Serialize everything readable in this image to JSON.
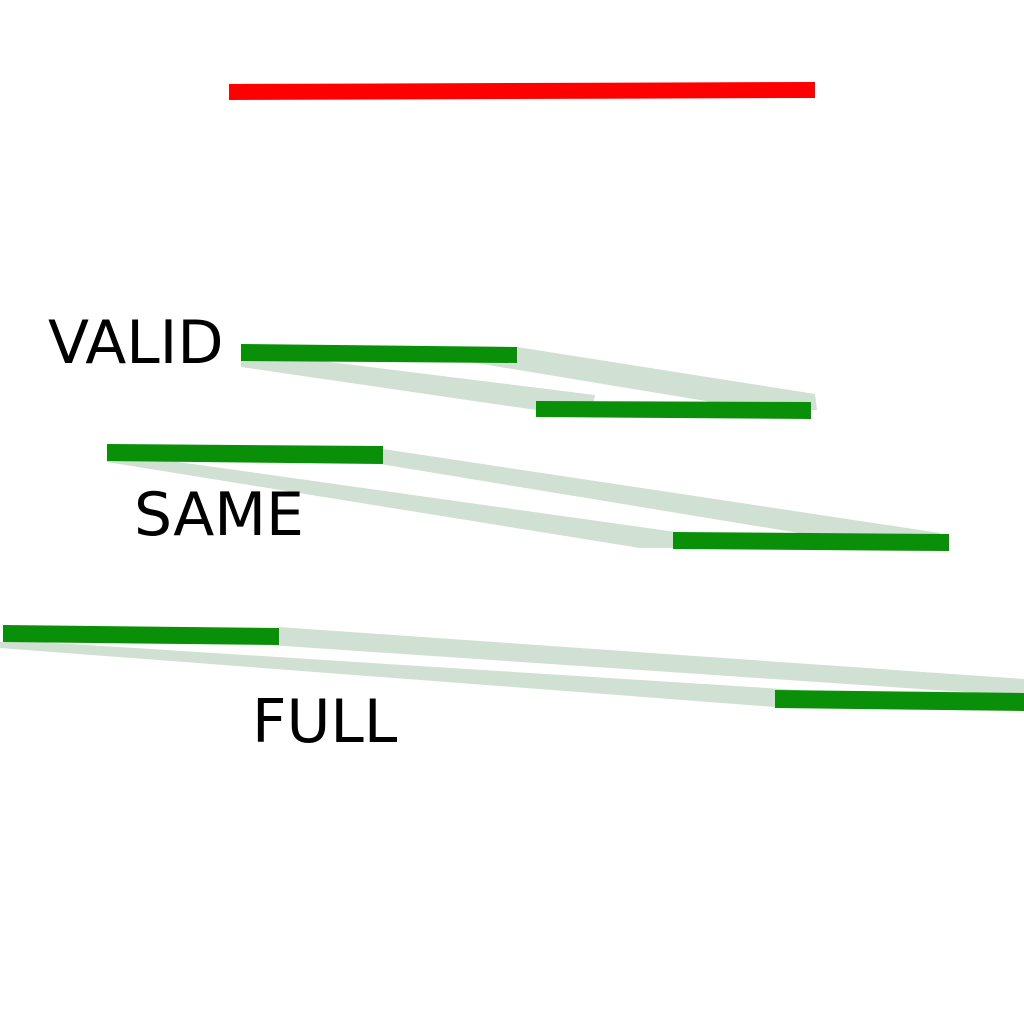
{
  "colors": {
    "background": "#ffffff",
    "reference_bar": "#ff0000",
    "kernel_bar": "#0a8f08",
    "link_band": "#d0e0d2",
    "text": "#000000"
  },
  "labels": {
    "valid": "VALID",
    "same": "SAME",
    "full": "FULL"
  }
}
